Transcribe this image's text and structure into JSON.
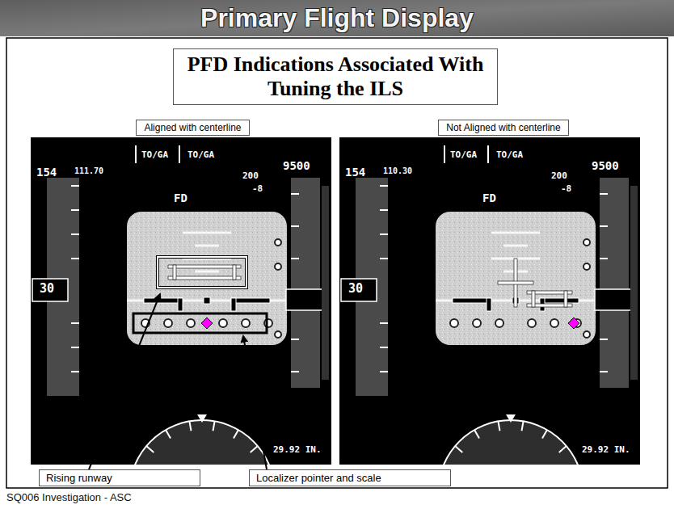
{
  "diagram": {
    "title": "Primary Flight Display",
    "caption": "SQ006 Investigation - ASC",
    "nodes": [
      {
        "text": [
          "PFD Indications Associated With Tuning the ILS"
        ]
      },
      {
        "text": [
          "Aligned with centerline"
        ]
      },
      {
        "text": [
          "Not Aligned with centerline"
        ]
      },
      {
        "text": [
          "Rising runway"
        ]
      },
      {
        "text": [
          "Localizer pointer and scale"
        ]
      }
    ],
    "labels": [
      "154",
      "111.70",
      "TO/GA",
      "TO/GA",
      "9500",
      "FD",
      "200",
      "-8",
      "30",
      "29.92 IN.",
      "154",
      "110.30",
      "TO/GA",
      "TO/GA",
      "9500",
      "FD",
      "200",
      "-8",
      "30",
      "29.92 IN."
    ]
  }
}
